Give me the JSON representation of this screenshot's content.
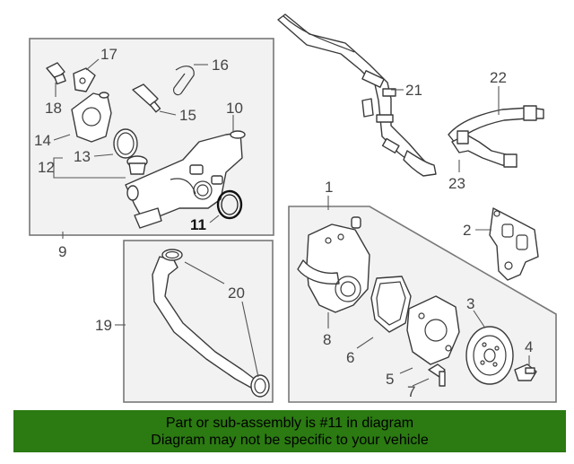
{
  "callouts": {
    "c1": "1",
    "c2": "2",
    "c3": "3",
    "c4": "4",
    "c5": "5",
    "c6": "6",
    "c7": "7",
    "c8": "8",
    "c9": "9",
    "c10": "10",
    "c11": "11",
    "c12": "12",
    "c13": "13",
    "c14": "14",
    "c15": "15",
    "c16": "16",
    "c17": "17",
    "c18": "18",
    "c19": "19",
    "c20": "20",
    "c21": "21",
    "c22": "22",
    "c23": "23"
  },
  "highlight_part": "11",
  "colors": {
    "banner_bg": "#2b7a12",
    "banner_text": "#000000",
    "box_fill": "#f2f2f2",
    "highlight_ring": "#111111"
  },
  "banner": {
    "line1": "Part or sub-assembly is #11 in diagram",
    "line2": "Diagram may not be specific to your vehicle"
  }
}
